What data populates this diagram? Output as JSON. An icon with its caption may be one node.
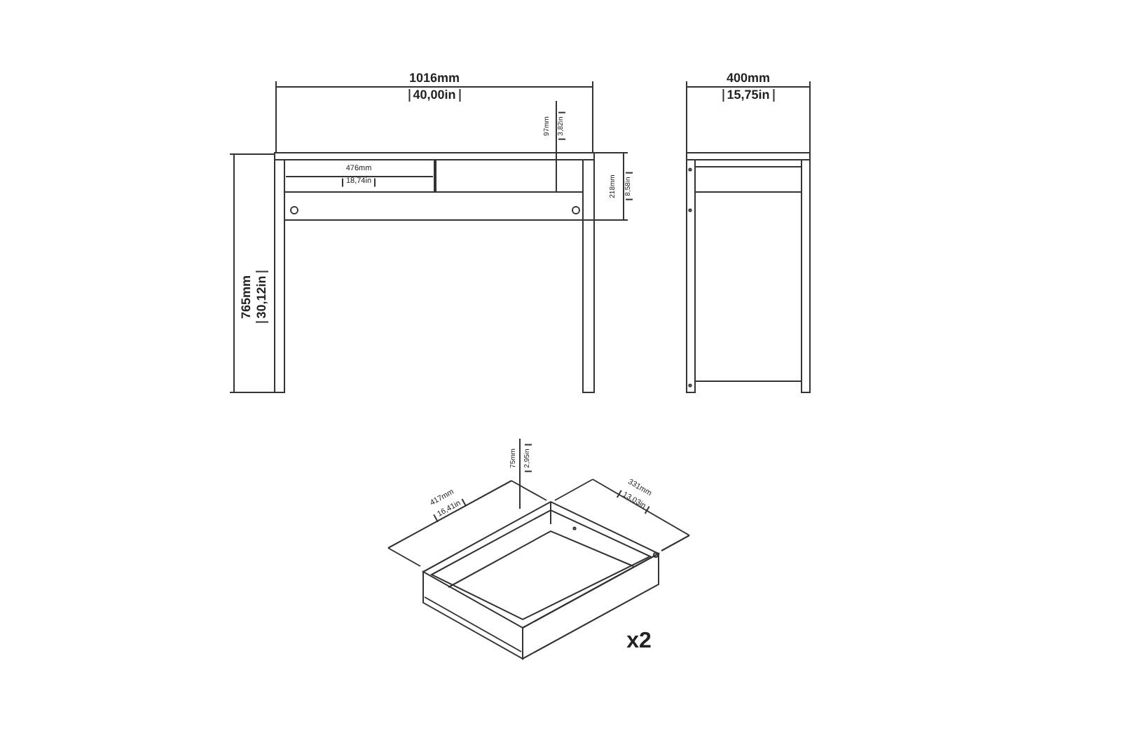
{
  "diagram": {
    "labels": [
      "1016mm",
      "40,00in",
      "400mm",
      "15,75in",
      "97mm",
      "3,82in",
      "476mm",
      "18,74in",
      "218mm",
      "8,58in",
      "765mm",
      "30,12in",
      "75mm",
      "2,95in",
      "417mm",
      "16,41in",
      "331mm",
      "13,03in",
      "x2"
    ]
  }
}
